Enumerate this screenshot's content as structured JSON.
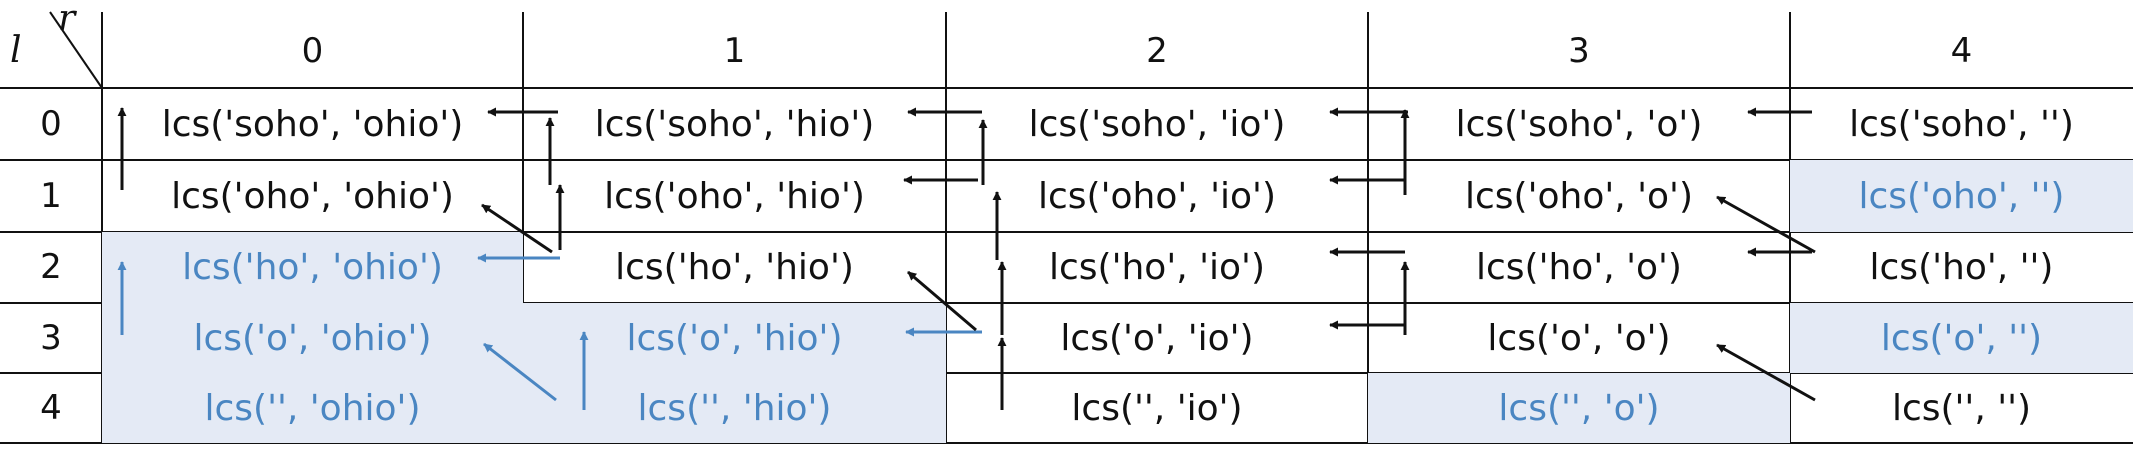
{
  "header": {
    "corner_row_symbol": "l",
    "corner_col_symbol": "r",
    "columns": [
      "0",
      "1",
      "2",
      "3",
      "4"
    ],
    "rows": [
      "0",
      "1",
      "2",
      "3",
      "4"
    ]
  },
  "cells": [
    [
      {
        "text": "lcs('soho', 'ohio')",
        "shaded": false
      },
      {
        "text": "lcs('soho', 'hio')",
        "shaded": false
      },
      {
        "text": "lcs('soho', 'io')",
        "shaded": false
      },
      {
        "text": "lcs('soho', 'o')",
        "shaded": false
      },
      {
        "text": "lcs('soho', '')",
        "shaded": false
      }
    ],
    [
      {
        "text": "lcs('oho', 'ohio')",
        "shaded": false
      },
      {
        "text": "lcs('oho', 'hio')",
        "shaded": false
      },
      {
        "text": "lcs('oho', 'io')",
        "shaded": false
      },
      {
        "text": "lcs('oho', 'o')",
        "shaded": false
      },
      {
        "text": "lcs('oho', '')",
        "shaded": true
      }
    ],
    [
      {
        "text": "lcs('ho', 'ohio')",
        "shaded": true
      },
      {
        "text": "lcs('ho', 'hio')",
        "shaded": false
      },
      {
        "text": "lcs('ho', 'io')",
        "shaded": false
      },
      {
        "text": "lcs('ho', 'o')",
        "shaded": false
      },
      {
        "text": "lcs('ho', '')",
        "shaded": false
      }
    ],
    [
      {
        "text": "lcs('o', 'ohio')",
        "shaded": true
      },
      {
        "text": "lcs('o', 'hio')",
        "shaded": true
      },
      {
        "text": "lcs('o', 'io')",
        "shaded": false
      },
      {
        "text": "lcs('o', 'o')",
        "shaded": false
      },
      {
        "text": "lcs('o', '')",
        "shaded": true
      }
    ],
    [
      {
        "text": "lcs('', 'ohio')",
        "shaded": true
      },
      {
        "text": "lcs('', 'hio')",
        "shaded": true
      },
      {
        "text": "lcs('', 'io')",
        "shaded": false
      },
      {
        "text": "lcs('', 'o')",
        "shaded": true
      },
      {
        "text": "lcs('', '')",
        "shaded": false
      }
    ]
  ],
  "colors": {
    "ink": "#111111",
    "shade_fill": "#e4eaf5",
    "shade_text": "#4a86c2",
    "blue_arrow": "#4a86c2",
    "black_arrow": "#111111"
  }
}
